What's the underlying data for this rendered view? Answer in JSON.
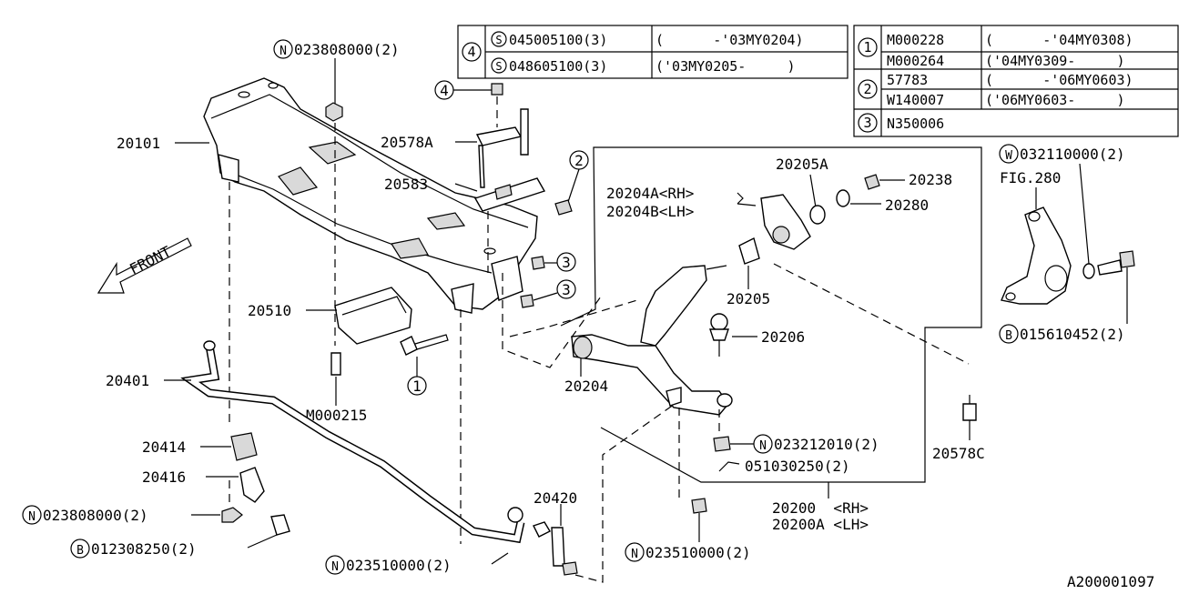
{
  "labels": {
    "l20101": "20101",
    "n023808000_top": "023808000(2)",
    "l20578A": "20578A",
    "l20583": "20583",
    "l20510": "20510",
    "m000215": "M000215",
    "l20401": "20401",
    "l20414": "20414",
    "l20416": "20416",
    "n023808000_bot": "023808000(2)",
    "b012308250": "012308250(2)",
    "n023510000_a": "023510000(2)",
    "l20420": "20420",
    "n023510000_b": "023510000(2)",
    "l20204": "20204",
    "l20205": "20205",
    "l20206": "20206",
    "n023212010": "023212010(2)",
    "l051030250": "051030250(2)",
    "l20200": "20200  <RH>",
    "l20200A": "20200A <LH>",
    "l20204A": "20204A<RH>",
    "l20204B": "20204B<LH>",
    "l20205A": "20205A",
    "l20238": "20238",
    "l20280": "20280",
    "w032110000": "032110000(2)",
    "fig280": "FIG.280",
    "b015610452": "015610452(2)",
    "l20578C": "20578C",
    "front": "FRONT",
    "diagram_id": "A200001097"
  },
  "callouts": {
    "c1": "1",
    "c2": "2",
    "c3a": "3",
    "c3b": "3",
    "c4": "4"
  },
  "prefixes": {
    "N": "N",
    "B": "B",
    "S": "S",
    "W": "W"
  },
  "table_left": {
    "key": "4",
    "rows": [
      {
        "prefix": "S",
        "part": "045005100(3)",
        "range": "(      -'03MY0204)"
      },
      {
        "prefix": "S",
        "part": "048605100(3)",
        "range": "('03MY0205-     )"
      }
    ]
  },
  "table_right": {
    "groups": [
      {
        "key": "1",
        "rows": [
          {
            "part": "M000228",
            "range": "(      -'04MY0308)"
          },
          {
            "part": "M000264",
            "range": "('04MY0309-     )"
          }
        ]
      },
      {
        "key": "2",
        "rows": [
          {
            "part": "57783",
            "range": "(      -'06MY0603)"
          },
          {
            "part": "W140007",
            "range": "('06MY0603-     )"
          }
        ]
      },
      {
        "key": "3",
        "rows": [
          {
            "part": "N350006",
            "range": ""
          }
        ]
      }
    ]
  }
}
